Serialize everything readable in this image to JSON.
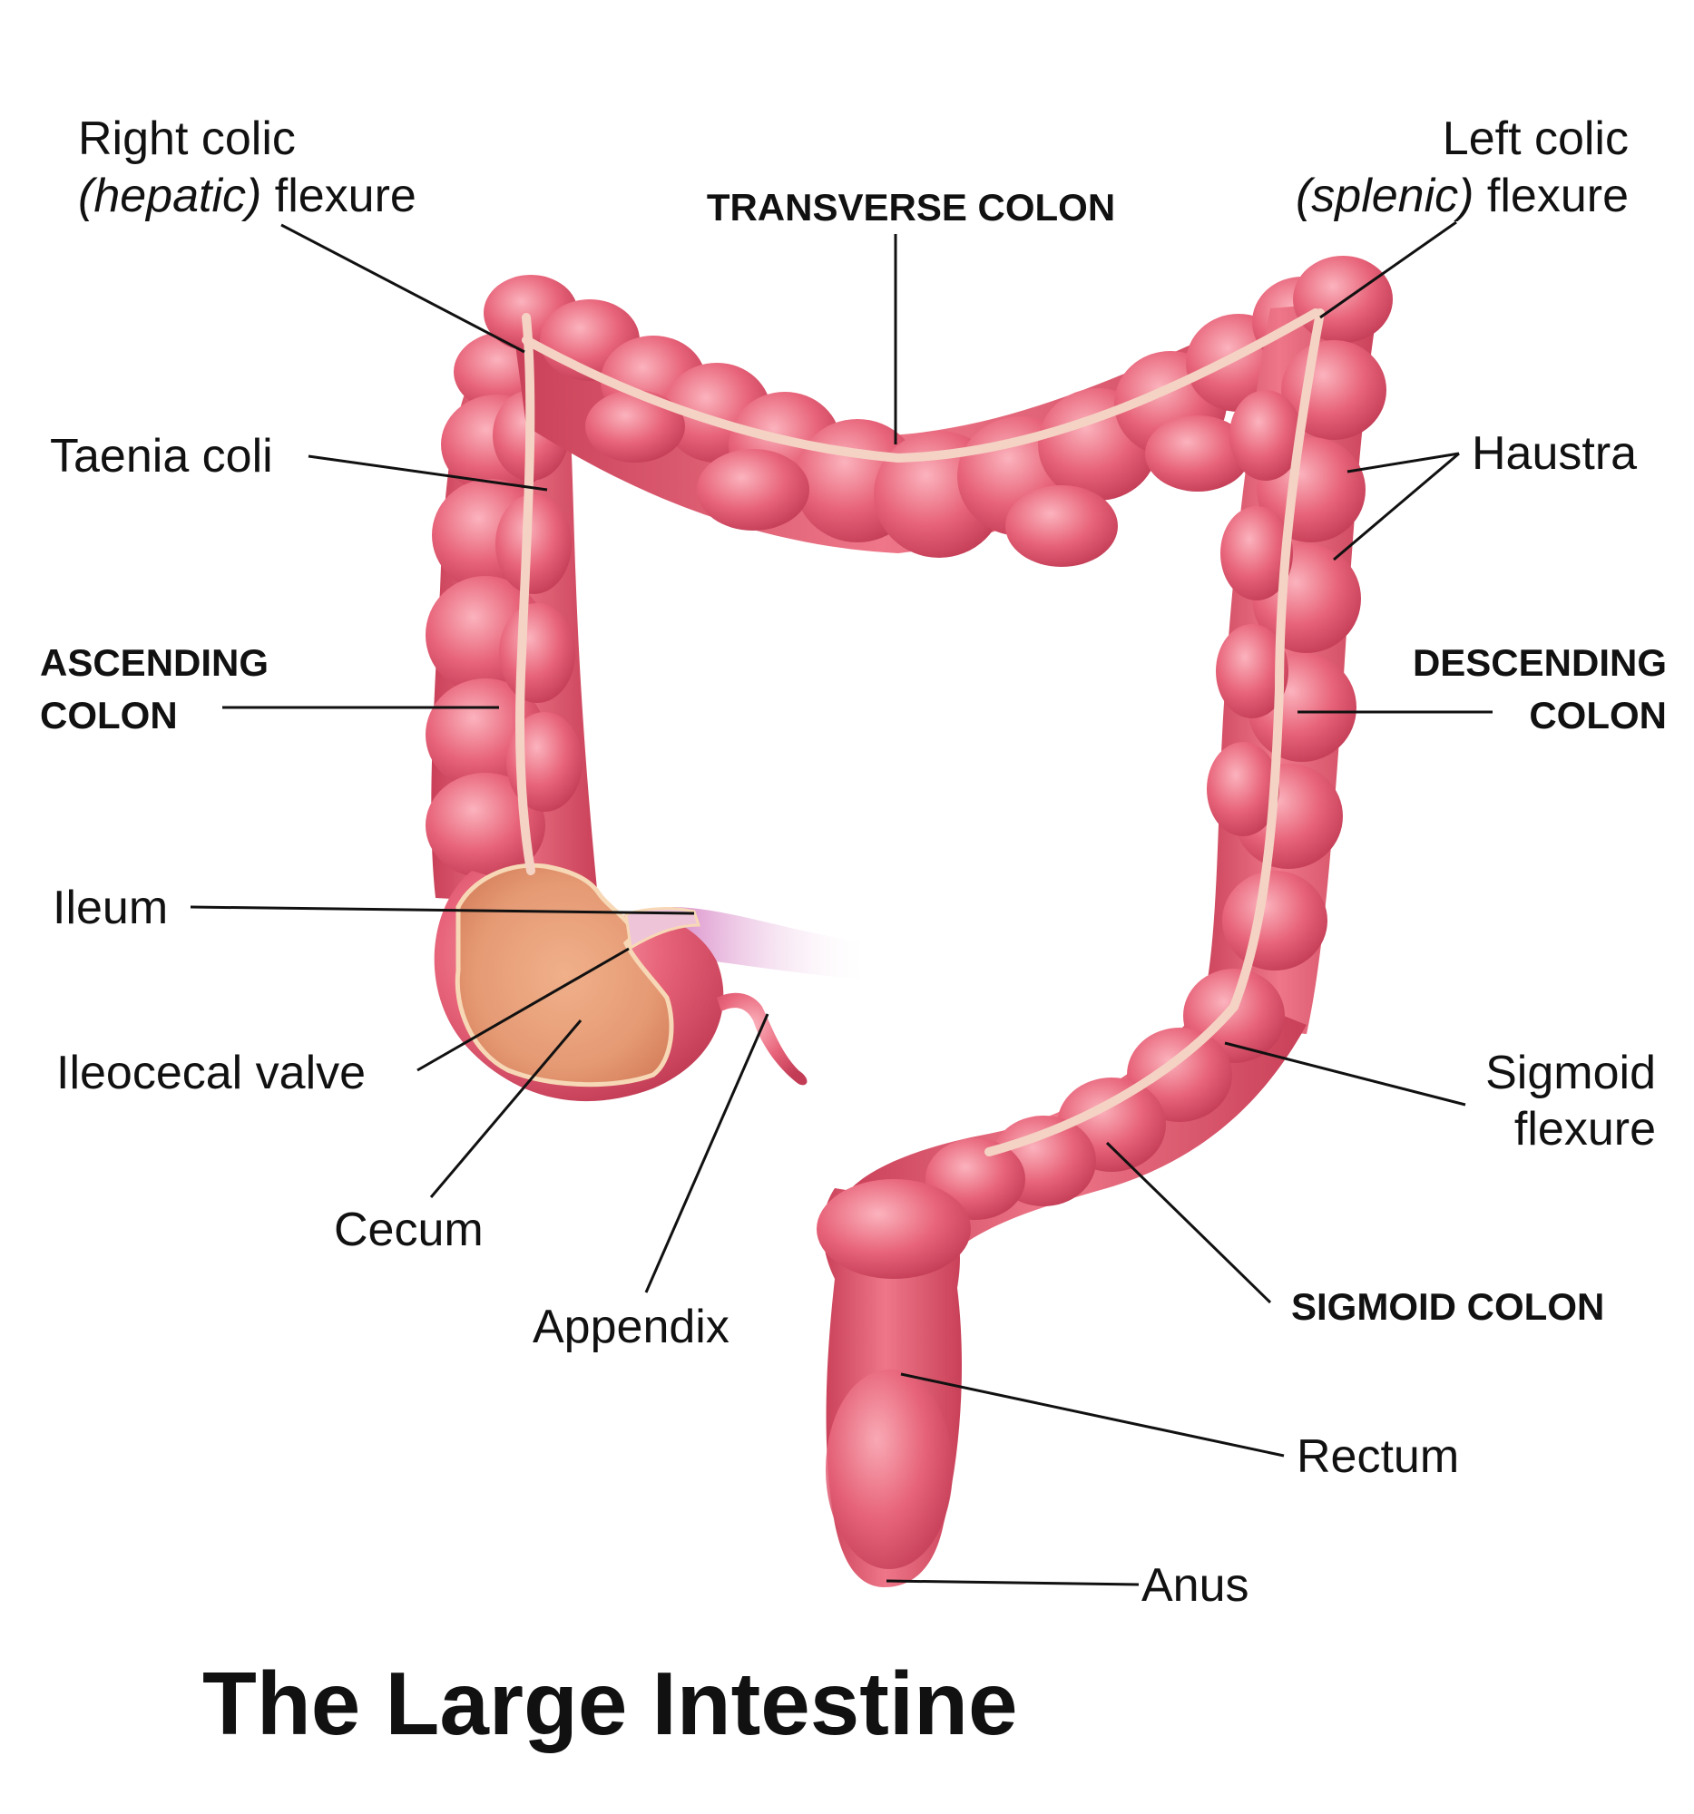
{
  "title": "The Large Intestine",
  "colors": {
    "colon": "#e8647a",
    "colon_dark": "#c94058",
    "colon_light": "#f59aa8",
    "taenia": "#f5d3c4",
    "cecum_interior": "#e9a07a",
    "ileum": "#d98ac8"
  },
  "labels": {
    "right_colic_line1": "Right colic",
    "right_colic_italic": "(hepatic)",
    "right_colic_rest": " flexure",
    "transverse_colon": "TRANSVERSE COLON",
    "left_colic_line1": "Left colic",
    "left_colic_italic": "(splenic)",
    "left_colic_rest": " flexure",
    "taenia_coli": "Taenia coli",
    "haustra": "Haustra",
    "ascending_line1": "ASCENDING",
    "ascending_line2": "COLON",
    "descending_line1": "DESCENDING",
    "descending_line2": "COLON",
    "ileum": "Ileum",
    "ileocecal_valve": "Ileocecal valve",
    "cecum": "Cecum",
    "appendix": "Appendix",
    "sigmoid_flexure_line1": "Sigmoid",
    "sigmoid_flexure_line2": "flexure",
    "sigmoid_colon": "SIGMOID COLON",
    "rectum": "Rectum",
    "anus": "Anus"
  }
}
